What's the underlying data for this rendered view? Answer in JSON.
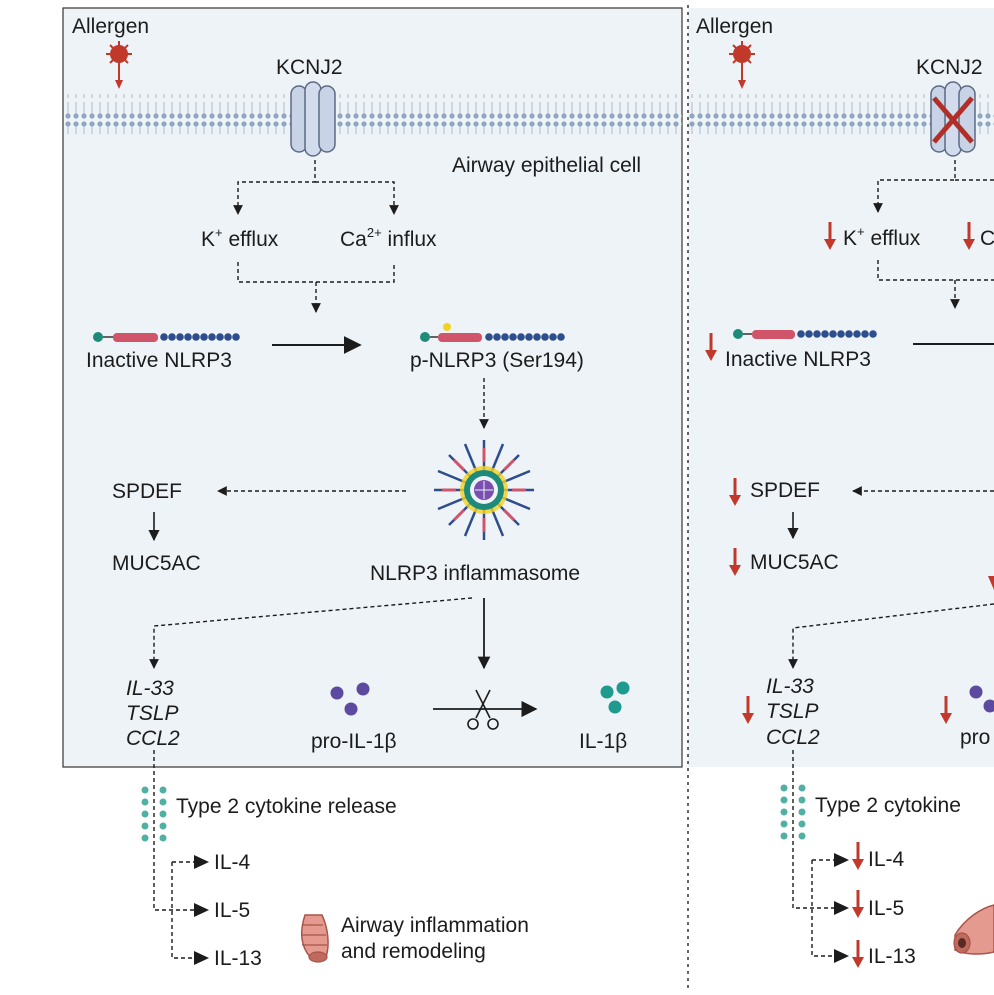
{
  "panels": {
    "left": {
      "allergen": "Allergen",
      "channel": "KCNJ2",
      "cell": "Airway epithelial cell",
      "k_efflux": {
        "main": "K",
        "sup": "+",
        "rest": " efflux"
      },
      "ca_influx": {
        "main": "Ca",
        "sup": "2+",
        "rest": " influx"
      },
      "inactive": "Inactive NLRP3",
      "p_nlrp3": "p-NLRP3 (Ser194)",
      "spdef": "SPDEF",
      "muc5ac": "MUC5AC",
      "inflammasome": "NLRP3 inflammasome",
      "il33": "IL-33",
      "tslp": "TSLP",
      "ccl2": "CCL2",
      "pro_il1b": "pro-IL-1β",
      "il1b": "IL-1β",
      "type2": "Type 2 cytokine release",
      "il4": "IL-4",
      "il5": "IL-5",
      "il13": "IL-13",
      "airway_line1": "Airway inflammation",
      "airway_line2": "and remodeling"
    },
    "right": {
      "allergen": "Allergen",
      "channel": "KCNJ2",
      "k_efflux": {
        "main": "K",
        "sup": "+",
        "rest": " efflux"
      },
      "ca_partial": "C",
      "inactive": "Inactive NLRP3",
      "spdef": "SPDEF",
      "muc5ac": "MUC5AC",
      "il33": "IL-33",
      "tslp": "TSLP",
      "ccl2": "CCL2",
      "pro_partial": "pro",
      "type2": "Type 2 cytokine",
      "il4": "IL-4",
      "il5": "IL-5",
      "il13": "IL-13"
    }
  },
  "colors": {
    "cell_fill": "#eef3f8",
    "membrane": "#9fb3c8",
    "channel": "#c9d3e6",
    "allergen": "#c0392b",
    "down_arrow": "#c0392b",
    "nlrp3_teal": "#1e8a7a",
    "nlrp3_red": "#d0546a",
    "nlrp3_blue": "#2e4d8c",
    "pro_il1b": "#5b4aa0",
    "il1b": "#1e9a8e",
    "cytokine_dots": "#4fb0a3"
  }
}
